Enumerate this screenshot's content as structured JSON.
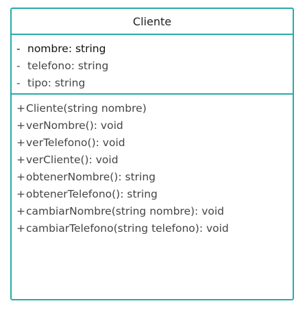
{
  "class_name": "Cliente",
  "attributes": [
    {
      "visibility": "-",
      "text": "nombre: string"
    },
    {
      "visibility": "-",
      "text": "telefono: string"
    },
    {
      "visibility": "-",
      "text": "tipo: string"
    }
  ],
  "methods": [
    {
      "visibility": "+",
      "text": "Cliente(string nombre)"
    },
    {
      "visibility": "+",
      "text": "verNombre(): void"
    },
    {
      "visibility": "+",
      "text": "verTelefono(): void"
    },
    {
      "visibility": "+",
      "text": "verCliente(): void"
    },
    {
      "visibility": "+",
      "text": "obtenerNombre(): string"
    },
    {
      "visibility": "+",
      "text": "obtenerTelefono(): string"
    },
    {
      "visibility": "+",
      "text": "cambiarNombre(string nombre): void"
    },
    {
      "visibility": "+",
      "text": "cambiarTelefono(string telefono): void"
    }
  ],
  "colors": {
    "border": "#26aaa8",
    "text": "#444444"
  }
}
